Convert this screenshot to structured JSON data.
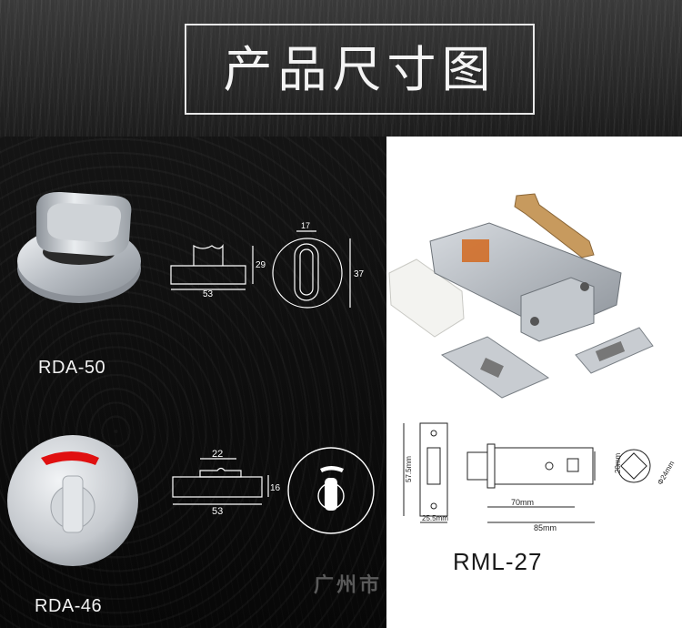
{
  "header": {
    "title": "产品尺寸图"
  },
  "products": [
    {
      "model": "RDA-50",
      "dims": {
        "width": "53",
        "height": "29",
        "knob_width": "17",
        "diameter": "37"
      }
    },
    {
      "model": "RDA-46",
      "dims": {
        "width": "53",
        "top_width": "22",
        "height": "16"
      }
    },
    {
      "model": "RML-27",
      "dims": {
        "height": "57.5mm",
        "plate_width": "25.5mm",
        "backset": "70mm",
        "length": "85mm",
        "spindle": "20mm",
        "diameter": "Φ24mm"
      }
    }
  ],
  "watermark": "广州市",
  "colors": {
    "indicator_red": "#e01010",
    "steel": "#bfc4c9",
    "background": "#0d0d0d"
  }
}
